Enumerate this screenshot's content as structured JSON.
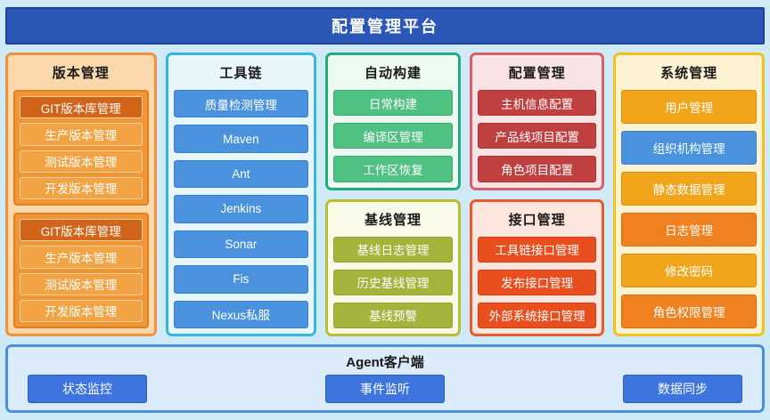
{
  "header": {
    "title": "配置管理平台"
  },
  "columns": {
    "version": {
      "title": "版本管理",
      "groups": [
        {
          "header": "GIT版本库管理",
          "items": [
            "生产版本管理",
            "测试版本管理",
            "开发版本管理"
          ]
        },
        {
          "header": "GIT版本库管理",
          "items": [
            "生产版本管理",
            "测试版本管理",
            "开发版本管理"
          ]
        }
      ]
    },
    "toolchain": {
      "title": "工具链",
      "items": [
        "质量检测管理",
        "Maven",
        "Ant",
        "Jenkins",
        "Sonar",
        "Fis",
        "Nexus私服"
      ]
    },
    "autobuild": {
      "title": "自动构建",
      "items": [
        "日常构建",
        "编译区管理",
        "工作区恢复"
      ]
    },
    "baseline": {
      "title": "基线管理",
      "items": [
        "基线日志管理",
        "历史基线管理",
        "基线预警"
      ]
    },
    "config": {
      "title": "配置管理",
      "items": [
        "主机信息配置",
        "产品线项目配置",
        "角色项目配置"
      ]
    },
    "interface": {
      "title": "接口管理",
      "items": [
        "工具链接口管理",
        "发布接口管理",
        "外部系统接口管理"
      ]
    },
    "system": {
      "title": "系统管理",
      "items": [
        "用户管理",
        "组织机构管理",
        "静态数据管理",
        "日志管理",
        "修改密码",
        "角色权限管理"
      ]
    }
  },
  "footer": {
    "title": "Agent客户端",
    "items": [
      "状态监控",
      "事件监听",
      "数据同步"
    ]
  },
  "colors": {
    "page-bg": "#cfe9f6",
    "header-bg": "#2b57b8",
    "header-border": "#1e4196",
    "version-border": "#f0913c",
    "version-bg": "#fbd8ac",
    "version-group-bg": "#ef9636",
    "version-group-border": "#e07f1f",
    "version-item": "#f2a445",
    "version-item-border": "#f9cf9d",
    "version-head": "#d2641a",
    "toolchain-border": "#38b6d8",
    "toolchain-bg": "#e7f6fb",
    "toolchain-item": "#4a92dd",
    "toolchain-item-border": "#3b7ec6",
    "autobuild-border": "#22ac7d",
    "autobuild-bg": "#edfaf2",
    "autobuild-item": "#4fc182",
    "autobuild-item-border": "#3ca96d",
    "baseline-border": "#b9bd33",
    "baseline-bg": "#f8f9e6",
    "baseline-item": "#a5b23c",
    "baseline-item-border": "#93a22b",
    "config-border": "#d75f6b",
    "config-bg": "#fae3e5",
    "config-item": "#c04040",
    "config-item-border": "#a93434",
    "interface-border": "#ea5a2b",
    "interface-bg": "#fce5dc",
    "interface-item": "#e84e1e",
    "interface-item-border": "#cf3f12",
    "system-border": "#f3c01f",
    "system-bg": "#fdf3d2",
    "system-item-amber": "#f0a51b",
    "system-item-amber-border": "#d98f0e",
    "system-item-blue": "#4a92dd",
    "system-item-blue-border": "#3b7ec6",
    "system-item-orange": "#f08120",
    "system-item-orange-border": "#d86d10",
    "footer-border": "#4a90d9",
    "footer-bg": "#dcebfa",
    "footer-item": "#3d74de",
    "footer-item-border": "#2c5ec2"
  }
}
